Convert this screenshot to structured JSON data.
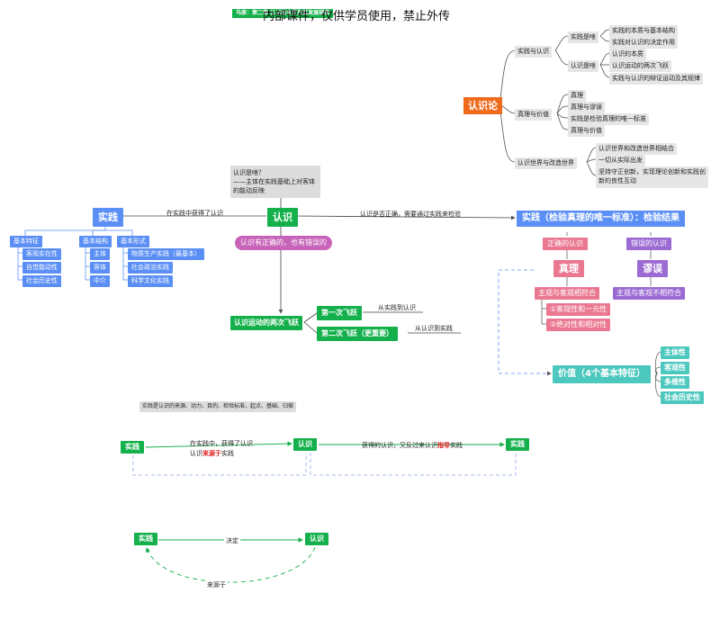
{
  "banner": {
    "tag": "马原：第二章 认识的本质及其发展规律",
    "watermark": "内部课件，仅供学员使用，禁止外传"
  },
  "mindmap": {
    "root": "认识论",
    "branches": [
      {
        "label": "实践与认识",
        "groups": [
          {
            "label": "实践是啥",
            "items": [
              "实践的本质与基本结构",
              "实践对认识的决定作用"
            ]
          },
          {
            "label": "认识是啥",
            "items": [
              "认识的本质",
              "认识运动的两次飞跃",
              "实践与认识的辩证运动及其规律"
            ]
          }
        ]
      },
      {
        "label": "真理与价值",
        "items": [
          "真理",
          "真理与谬误",
          "实践是检验真理的唯一标准",
          "真理与价值"
        ]
      },
      {
        "label": "认识世界与改造世界",
        "items": [
          "认识世界和改造世界相结合",
          "一切从实际出发",
          "坚持守正创新，实现理论创新和实践创新的良性互动"
        ]
      }
    ]
  },
  "flow": {
    "practice": "实践",
    "practice_features_title": "基本特征",
    "practice_features": [
      "客观实在性",
      "自觉能动性",
      "社会历史性"
    ],
    "practice_structure_title": "基本结构",
    "practice_structure": [
      "主体",
      "客体",
      "中介"
    ],
    "practice_forms_title": "基本形式",
    "practice_forms": [
      "物质生产实践（最基本）",
      "社会政治实践",
      "科学文化实践"
    ],
    "edge_practice_to_cognition": "在实践中获得了认识",
    "cognition": "认识",
    "cognition_question": "认识是啥？",
    "cognition_answer": "——主体在实践基础上对客体的能动反映",
    "cognition_note": "认识有正确的，也有错误的",
    "edge_to_test": "认识是否正确，需要通过实践来检验",
    "test_box": "实践（检验真理的唯一标准）：检验结果",
    "correct_label": "正确的认识",
    "wrong_label": "错误的认识",
    "truth": "真理",
    "error": "谬误",
    "truth_def": "主观与客观相符合",
    "error_def": "主观与客观不相符合",
    "truth_attr1": "①客观性和一元性",
    "truth_attr2": "②绝对性和相对性",
    "value": "价值（4个基本特征）",
    "value_features": [
      "主体性",
      "客观性",
      "多维性",
      "社会历史性"
    ],
    "leap_title": "认识运动的两次飞跃",
    "leap1": "第一次飞跃",
    "leap1_desc": "从实践到认识",
    "leap2": "第二次飞跃（更重要）",
    "leap2_desc": "从认识到实践"
  },
  "cycle": {
    "summary": "实践是认识的来源、动力、目的、检验标准，起点、基础、归宿",
    "node1": "实践",
    "edge1_line1": "在实践中，获得了认识",
    "edge1_line2_prefix": "认识",
    "edge1_line2_highlight": "来源于",
    "edge1_line2_suffix": "实践",
    "node2": "认识",
    "edge2_prefix": "获得的认识，又反过来认识",
    "edge2_highlight": "指导",
    "edge2_suffix": "实践",
    "node3": "实践"
  },
  "bottom": {
    "left": "实践",
    "right": "认识",
    "edge_top": "决定",
    "edge_bottom": "来源于"
  },
  "colors": {
    "blue": "#5b8ff5",
    "green": "#14b04b",
    "orange": "#f06a1c",
    "pink": "#ea7891",
    "purple": "#9b6ad3",
    "teal": "#4dc8bf",
    "highlight": "#e02020"
  }
}
